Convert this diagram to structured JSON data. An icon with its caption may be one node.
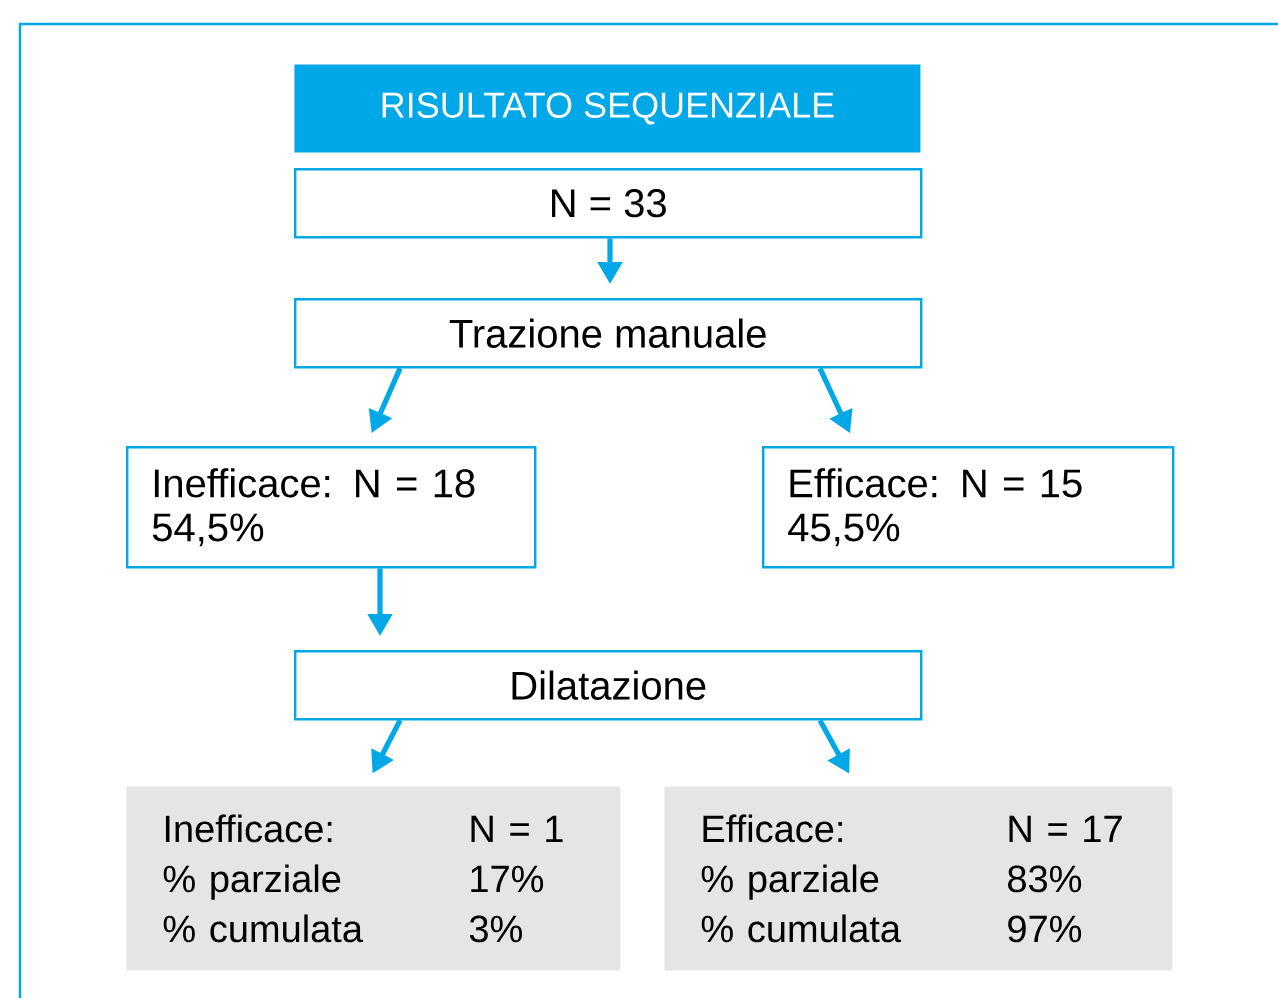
{
  "diagram": {
    "nodes": [
      {
        "text": [
          "RISULTATO SEQUENZIALE"
        ]
      },
      {
        "text": [
          "N = 33"
        ]
      },
      {
        "text": [
          "Trazione manuale"
        ]
      },
      {
        "text": [
          "Inefficace: N = 18",
          "54,5%"
        ]
      },
      {
        "text": [
          "Efficace: N = 15",
          "45,5%"
        ]
      },
      {
        "text": [
          "Dilatazione"
        ]
      },
      {
        "text": [
          "Inefficace:",
          "N = 1",
          "% parziale",
          "17%",
          "% cumulata",
          "3%"
        ]
      },
      {
        "text": [
          "Efficace:",
          "N = 17",
          "% parziale",
          "83%",
          "% cumulata",
          "97%"
        ]
      }
    ],
    "edges": [
      {
        "from": 1,
        "to": 2,
        "arrow": "to"
      },
      {
        "from": 2,
        "to": 3,
        "arrow": "to"
      },
      {
        "from": 2,
        "to": 4,
        "arrow": "to"
      },
      {
        "from": 3,
        "to": 5,
        "arrow": "to"
      },
      {
        "from": 5,
        "to": 6,
        "arrow": "to"
      },
      {
        "from": 5,
        "to": 7,
        "arrow": "to"
      }
    ]
  }
}
